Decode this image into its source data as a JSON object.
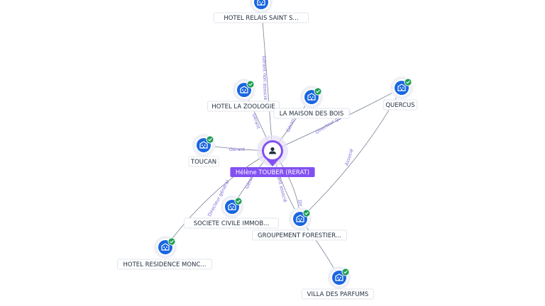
{
  "colors": {
    "accent": "#8250f2",
    "company": "#1a66e0",
    "check": "#1e9e55",
    "edge": "#7a8396",
    "edge_label": "#7b6bd9"
  },
  "person": {
    "name": "Hélène TOUBER (RERAT)",
    "icon": "person-icon"
  },
  "companies": [
    {
      "id": "relais",
      "label": "HOTEL RELAIS SAINT S...",
      "verified": false,
      "icon": "building-icon"
    },
    {
      "id": "zoologie",
      "label": "HOTEL LA ZOOLOGIE",
      "verified": true,
      "icon": "building-icon"
    },
    {
      "id": "maison",
      "label": "LA MAISON DES BOIS",
      "verified": true,
      "icon": "building-icon"
    },
    {
      "id": "quercus",
      "label": "QUERCUS",
      "verified": true,
      "icon": "building-icon"
    },
    {
      "id": "toucan",
      "label": "TOUCAN",
      "verified": true,
      "icon": "building-icon"
    },
    {
      "id": "sci",
      "label": "SOCIETE CIVILE IMMOB...",
      "verified": true,
      "icon": "building-icon"
    },
    {
      "id": "groupement",
      "label": "GROUPEMENT FORESTIER...",
      "verified": true,
      "icon": "building-icon"
    },
    {
      "id": "moncey",
      "label": "HOTEL RESIDENCE MONC...",
      "verified": true,
      "icon": "building-icon"
    },
    {
      "id": "villa",
      "label": "VILLA DES PARFUMS",
      "verified": true,
      "icon": "building-icon"
    }
  ],
  "edges": [
    {
      "from": "person",
      "to": "relais",
      "label": "Gérant non associé"
    },
    {
      "from": "person",
      "to": "zoologie",
      "label": "Gérant"
    },
    {
      "from": "person",
      "to": "maison",
      "label": "Gérant"
    },
    {
      "from": "person",
      "to": "quercus",
      "label": "Directeur général"
    },
    {
      "from": "person",
      "to": "toucan",
      "label": "Gérant"
    },
    {
      "from": "person",
      "to": "sci",
      "label": "Gérant"
    },
    {
      "from": "person",
      "to": "groupement",
      "label": "Gérant associé"
    },
    {
      "from": "person",
      "to": "groupement",
      "label": "Dir"
    },
    {
      "from": "person",
      "to": "moncey",
      "label": "Directeur général"
    },
    {
      "from": "groupement",
      "to": "quercus",
      "label": "Associé"
    },
    {
      "from": "groupement",
      "to": "villa",
      "label": ""
    }
  ]
}
